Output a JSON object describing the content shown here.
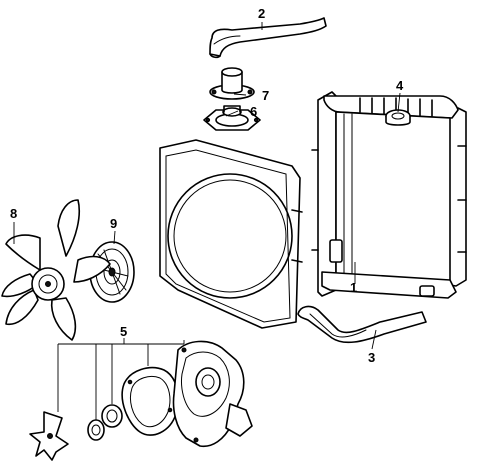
{
  "callouts": {
    "c1": "1",
    "c2": "2",
    "c3": "3",
    "c4": "4",
    "c5": "5",
    "c6": "6",
    "c7": "7",
    "c8": "8",
    "c9": "9"
  },
  "parts": {
    "radiator": "radiator",
    "upper_hose": "upper-radiator-hose",
    "lower_hose": "lower-radiator-hose",
    "radiator_cap": "radiator-cap",
    "water_pump_kit": "water-pump-kit",
    "thermostat_gasket": "thermostat-gasket",
    "thermostat_housing": "thermostat-housing",
    "fan_blade": "fan-blade",
    "fan_clutch": "fan-clutch",
    "fan_shroud": "fan-shroud"
  },
  "colors": {
    "line": "#000000",
    "background": "#ffffff"
  }
}
